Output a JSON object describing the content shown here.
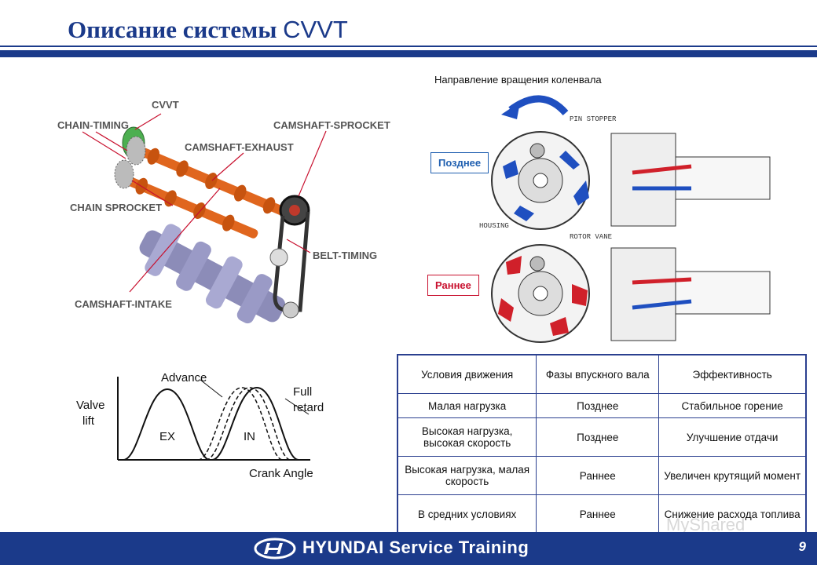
{
  "slide": {
    "title_prefix": "Описание системы",
    "title_suffix": "CVVT",
    "page_number": "9"
  },
  "engine_labels": {
    "cvvt": "CVVT",
    "chain_timing": "CHAIN-TIMING",
    "camshaft_sprocket": "CAMSHAFT-SPROCKET",
    "camshaft_exhaust": "CAMSHAFT-EXHAUST",
    "chain_sprocket": "CHAIN SPROCKET",
    "belt_timing": "BELT-TIMING",
    "camshaft_intake": "CAMSHAFT-INTAKE"
  },
  "phaser": {
    "rotation_label": "Направление вращения коленвала",
    "late_label": "Позднее",
    "early_label": "Раннее",
    "pin_stopper": "PIN STOPPER",
    "housing": "HOUSING",
    "rotor_vane": "ROTOR VANE"
  },
  "lift_chart": {
    "ylabel_1": "Valve",
    "ylabel_2": "lift",
    "xlabel": "Crank Angle",
    "advance": "Advance",
    "full_1": "Full",
    "full_2": "retard",
    "ex": "EX",
    "in": "IN"
  },
  "table": {
    "headers": [
      "Условия движения",
      "Фазы впускного вала",
      "Эффективность"
    ],
    "rows": [
      [
        "Малая нагрузка",
        "Позднее",
        "Стабильное горение"
      ],
      [
        "Высокая нагрузка, высокая скорость",
        "Позднее",
        "Улучшение отдачи"
      ],
      [
        "Высокая нагрузка, малая скорость",
        "Раннее",
        "Увеличен крутящий момент"
      ],
      [
        "В средних условиях",
        "Раннее",
        "Снижение расхода топлива"
      ]
    ]
  },
  "footer": {
    "brand": "HYUNDAI Service Training",
    "watermark": "MyShared"
  },
  "colors": {
    "brand_blue": "#1b3a8a",
    "cam_orange": "#e0661e",
    "vane_red": "#d0202a",
    "vane_blue": "#1f4fc0"
  }
}
